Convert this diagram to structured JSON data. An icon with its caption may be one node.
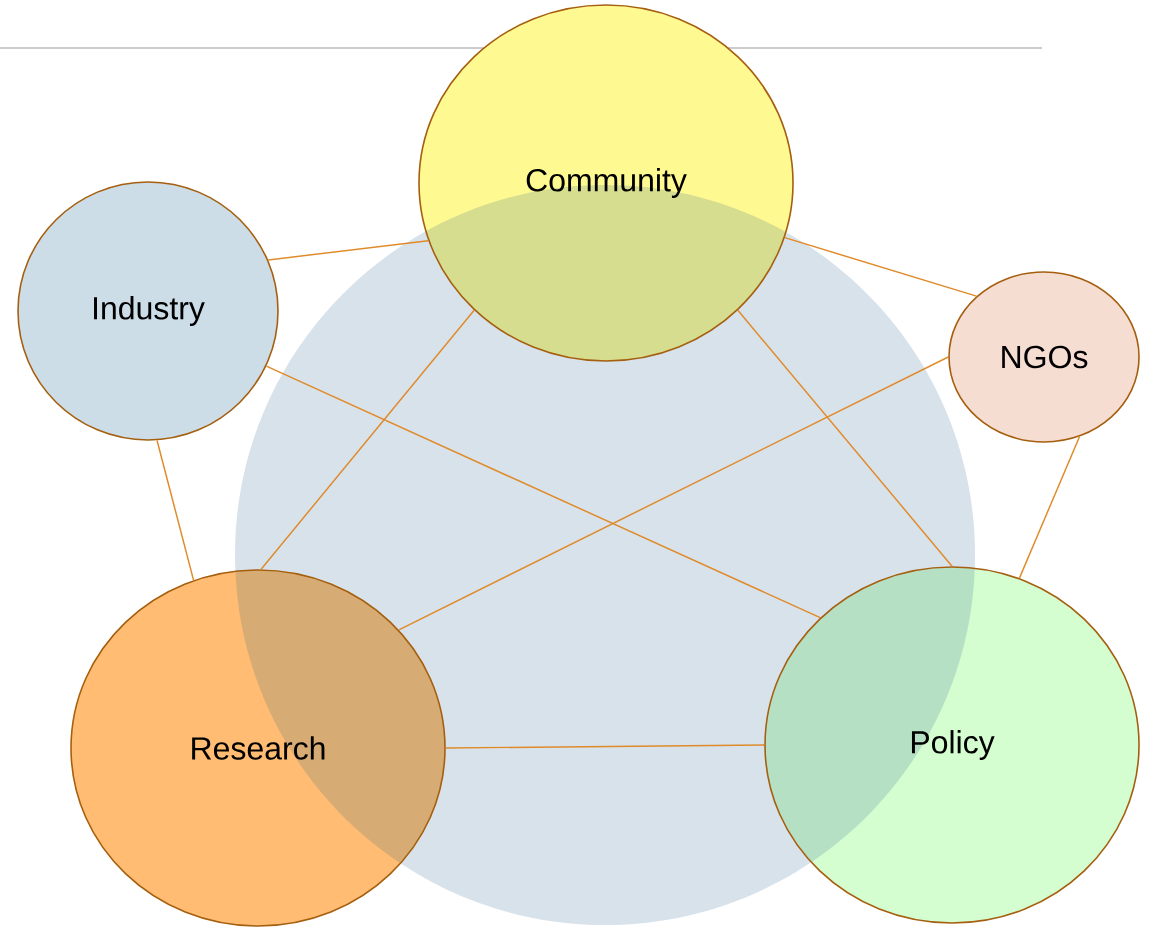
{
  "diagram": {
    "nodes": [
      {
        "text": [
          "Community"
        ]
      },
      {
        "text": [
          "Industry"
        ]
      },
      {
        "text": [
          "NGOs"
        ]
      },
      {
        "text": [
          "Research"
        ]
      },
      {
        "text": [
          "Policy"
        ]
      }
    ],
    "edges": [
      {
        "from": 1,
        "to": 0,
        "arrow": "none"
      },
      {
        "from": 0,
        "to": 2,
        "arrow": "none"
      },
      {
        "from": 1,
        "to": 4,
        "arrow": "none"
      },
      {
        "from": 0,
        "to": 3,
        "arrow": "none"
      },
      {
        "from": 0,
        "to": 4,
        "arrow": "none"
      },
      {
        "from": 2,
        "to": 3,
        "arrow": "none"
      },
      {
        "from": 2,
        "to": 4,
        "arrow": "none"
      },
      {
        "from": 1,
        "to": 3,
        "arrow": "none"
      },
      {
        "from": 3,
        "to": 4,
        "arrow": "none"
      }
    ]
  }
}
